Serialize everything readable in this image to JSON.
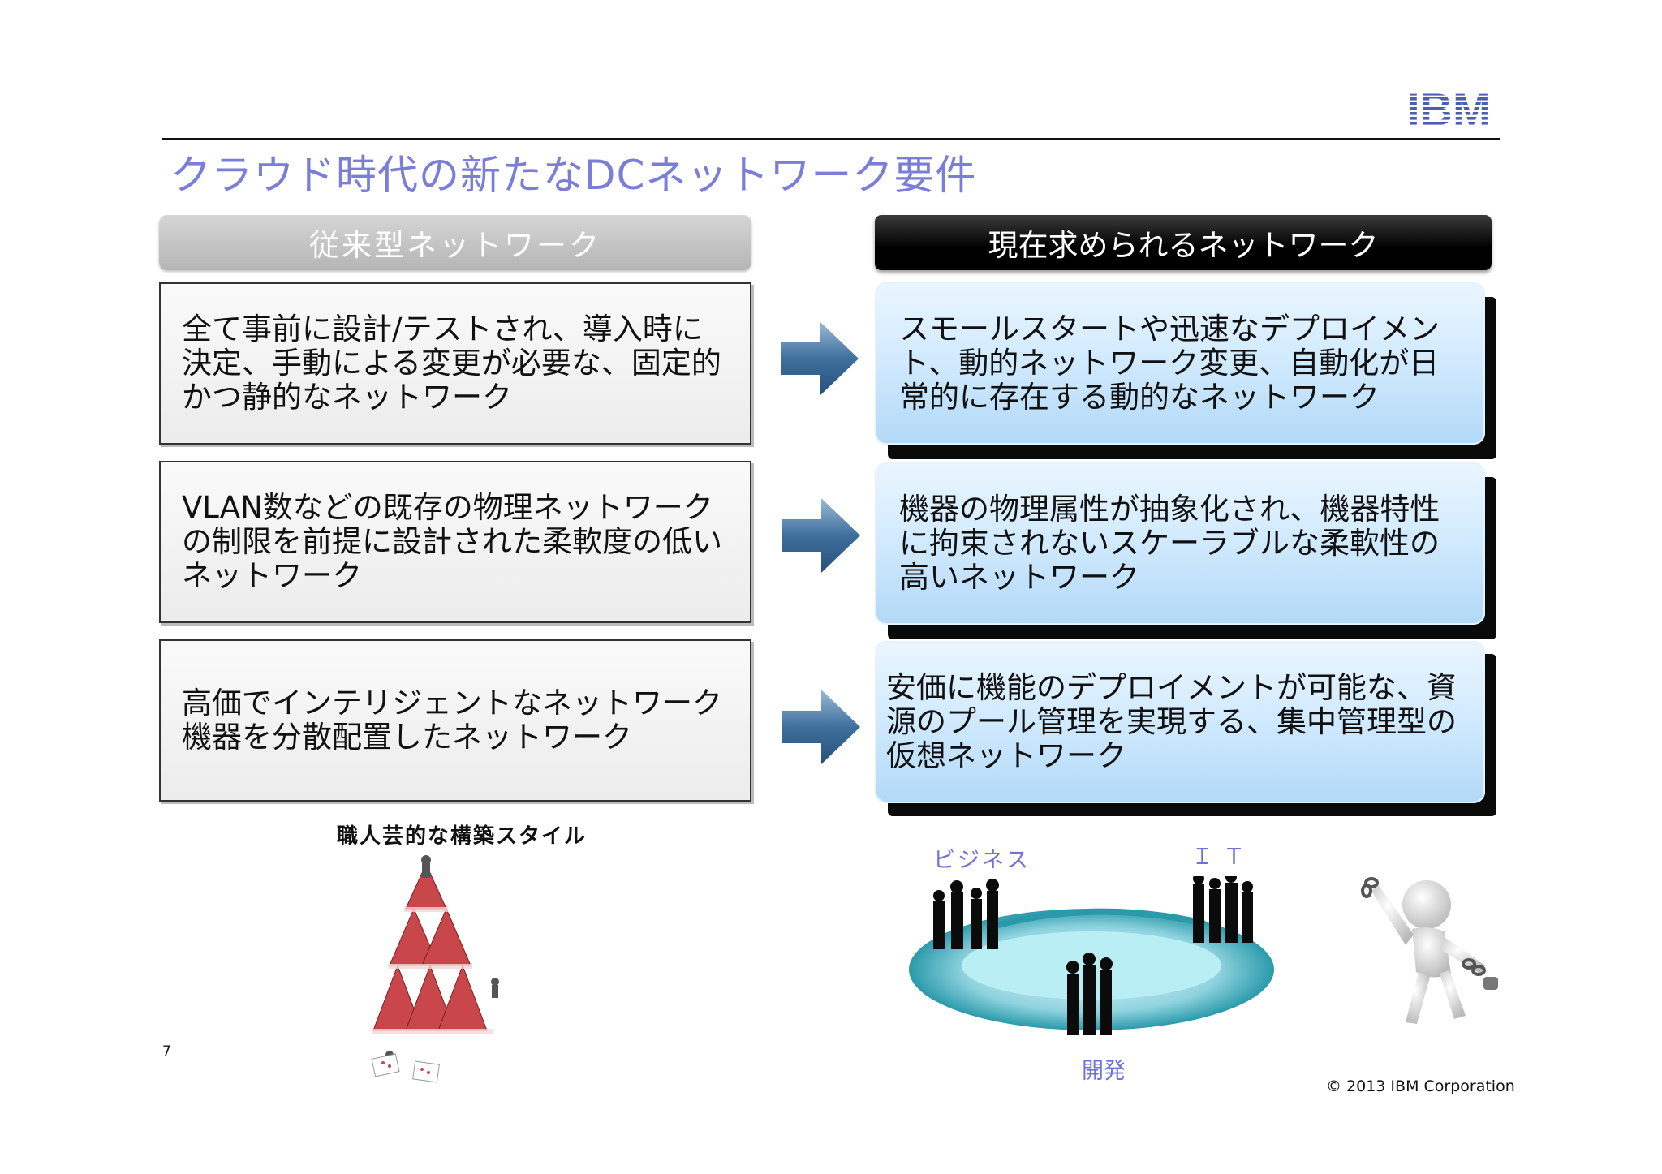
{
  "header": {
    "logo_text": "IBM",
    "title": "クラウド時代の新たなDCネットワーク要件"
  },
  "columns": {
    "left_header": "従来型ネットワーク",
    "right_header": "現在求められるネットワーク"
  },
  "rows": [
    {
      "left": "全て事前に設計/テストされ、導入時に決定、手動による変更が必要な、固定的かつ静的なネットワーク",
      "right": "スモールスタートや迅速なデプロイメント、動的ネットワーク変更、自動化が日常的に存在する動的なネットワーク"
    },
    {
      "left": "VLAN数などの既存の物理ネットワークの制限を前提に設計された柔軟度の低いネットワーク",
      "right": "機器の物理属性が抽象化され、機器特性に拘束されないスケーラブルな柔軟性の高いネットワーク"
    },
    {
      "left": "高価でインテリジェントなネットワーク機器を分散配置したネットワーク",
      "right": "安価に機能のデプロイメントが可能な、資源のプール管理を実現する、集中管理型の仮想ネットワーク"
    }
  ],
  "illustrations": {
    "left_caption": "職人芸的な構築スタイル",
    "label_business": "ビジネス",
    "label_it": "ＩＴ",
    "label_dev": "開発"
  },
  "footer": {
    "page_number": "7",
    "copyright": "© 2013 IBM Corporation"
  },
  "colors": {
    "title": "#7a7ed8",
    "labels": "#6f72d6",
    "arrow": "#3f6f9c"
  }
}
